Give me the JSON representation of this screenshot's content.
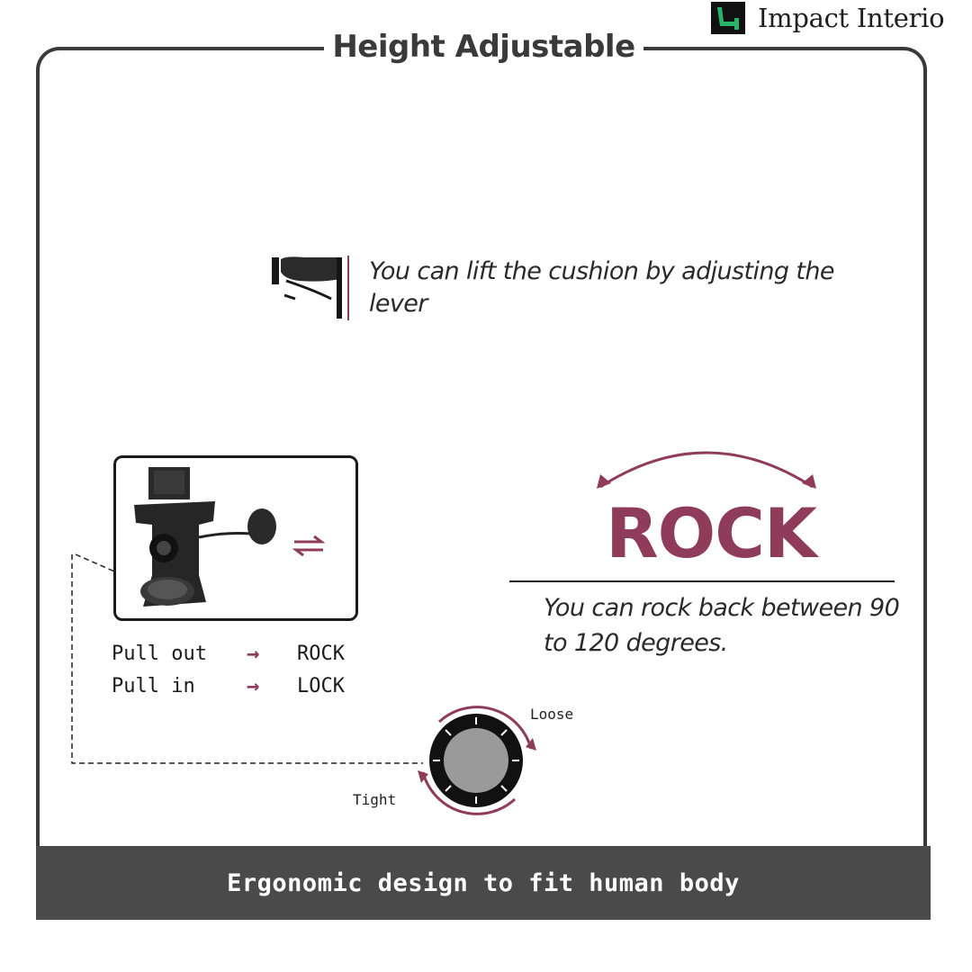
{
  "brand": {
    "name": "Impact Interio",
    "logo_icon": "chair-logo-icon"
  },
  "title": "Height Adjustable",
  "lever": {
    "text": "You can lift the cushion by adjusting the lever",
    "icon": "lever-icon"
  },
  "mechanism": {
    "icon": "tilt-mechanism-icon",
    "swap_icon": "swap-arrows-icon",
    "rows": [
      {
        "action": "Pull out",
        "arrow": "→",
        "result": "ROCK"
      },
      {
        "action": "Pull in",
        "arrow": "→",
        "result": "LOCK"
      }
    ]
  },
  "rock": {
    "heading": "ROCK",
    "text": "You can rock back between 90 to 120 degrees.",
    "arc_icon": "double-arrow-arc-icon"
  },
  "tension_knob": {
    "icon": "tension-knob-icon",
    "loose_label": "Loose",
    "tight_label": "Tight"
  },
  "footer": {
    "text": "Ergonomic design to fit human body"
  },
  "colors": {
    "accent": "#8f3c5a",
    "frame": "#3a3a3a",
    "footer_bg": "#4a4a4a"
  }
}
